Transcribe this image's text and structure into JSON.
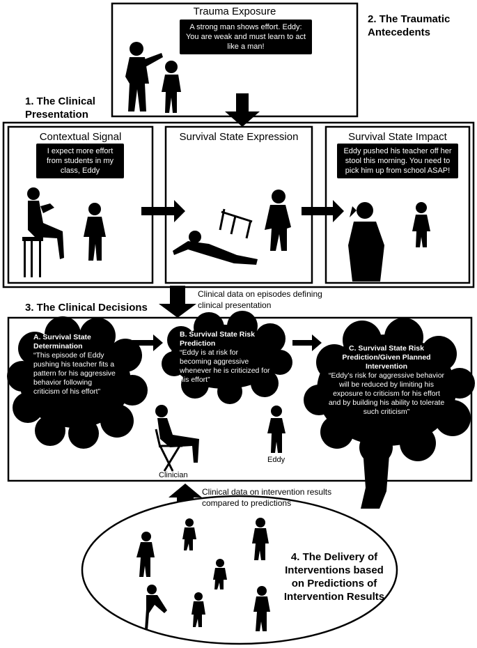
{
  "trauma": {
    "title": "Trauma Exposure",
    "bubble": "A strong man shows effort. Eddy: You are weak and must learn to act like a man!"
  },
  "headings": {
    "traumatic_antecedents": "2. The Traumatic Antecedents",
    "clinical_presentation": "1. The Clinical Presentation",
    "clinical_decisions": "3. The Clinical Decisions",
    "delivery": "4. The Delivery of Interventions based on Predictions of Intervention Results"
  },
  "panels": {
    "contextual_signal": {
      "title": "Contextual Signal",
      "bubble": "I expect more effort from students in my class, Eddy"
    },
    "survival_expression": {
      "title": "Survival State Expression"
    },
    "survival_impact": {
      "title": "Survival State Impact",
      "bubble": "Eddy pushed his teacher off her stool this morning. You need to pick him up from school ASAP!"
    }
  },
  "notes": {
    "clinical_data_episodes": "Clinical data on episodes defining clinical presentation",
    "clinical_data_intervention": "Clinical data on intervention results  compared to predictions"
  },
  "decisions": {
    "a": {
      "heading": "A.      Survival State Determination",
      "text": "“This episode of Eddy pushing his teacher fits a pattern for his aggressive behavior following criticism of his effort”"
    },
    "b": {
      "heading": "B. Survival State Risk Prediction",
      "text": "“Eddy is at risk for becoming aggressive whenever he is criticized for his effort”"
    },
    "c": {
      "heading": "C. Survival State Risk Prediction/Given Planned Intervention",
      "text": "“Eddy’s risk for aggressive behavior will be reduced by limiting his exposure to criticism for his effort and by building his ability to tolerate such criticism”"
    },
    "clinician_label": "Clinician",
    "eddy_label": "Eddy"
  }
}
